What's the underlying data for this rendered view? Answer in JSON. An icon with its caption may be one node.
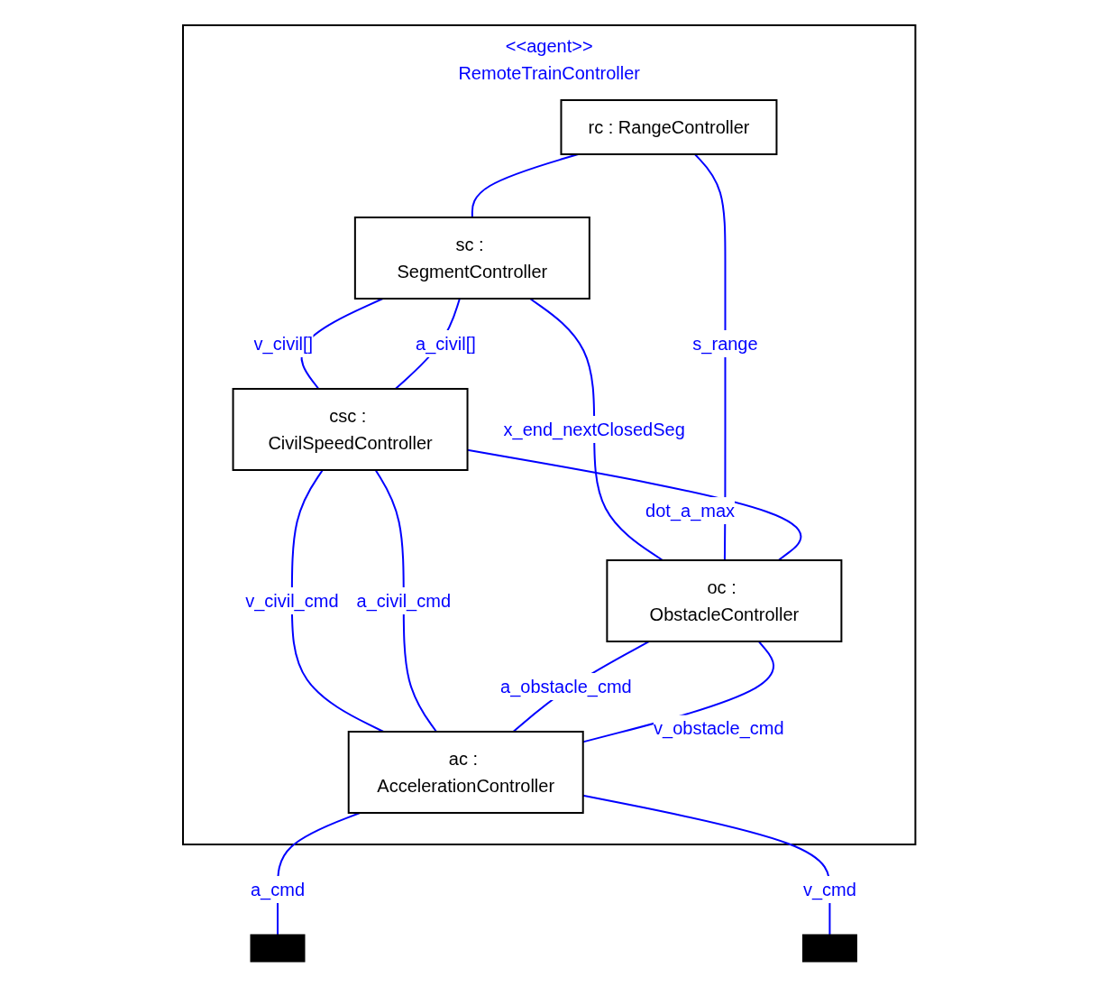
{
  "diagram": {
    "nodes": [
      {
        "text": [
          "<<agent>>",
          "RemoteTrainController"
        ]
      },
      {
        "text": [
          "sc : SegmentController"
        ],
        "in": 0
      },
      {
        "text": [
          "rc : RangeController"
        ],
        "in": 0
      },
      {
        "text": [
          "csc : CivilSpeedController"
        ],
        "in": 0
      },
      {
        "text": [
          "oc : ObstacleController"
        ],
        "in": 0
      },
      {
        "text": [
          "ac : AccelerationController"
        ],
        "in": 0
      },
      {
        "text": [],
        "shape": "box"
      },
      {
        "text": [],
        "shape": "box"
      }
    ],
    "edges": [
      {
        "from": 1,
        "to": 4,
        "arrow": "none",
        "label": "x_end_nextClosedSeg"
      },
      {
        "from": 2,
        "to": 1,
        "arrow": "none"
      },
      {
        "from": 2,
        "to": 4,
        "arrow": "none",
        "label": "s_range"
      },
      {
        "from": 1,
        "to": 3,
        "arrow": "none",
        "label": "v_civil[]"
      },
      {
        "from": 1,
        "to": 3,
        "arrow": "none",
        "label": "a_civil[]"
      },
      {
        "from": 3,
        "to": 4,
        "arrow": "none",
        "label": "dot_a_max"
      },
      {
        "from": 3,
        "to": 5,
        "arrow": "none",
        "label": "v_civil_cmd"
      },
      {
        "from": 3,
        "to": 5,
        "arrow": "none",
        "label": "a_civil_cmd"
      },
      {
        "from": 4,
        "to": 5,
        "arrow": "none",
        "label": "a_obstacle_cmd"
      },
      {
        "from": 4,
        "to": 5,
        "arrow": "none",
        "label": "v_obstacle_cmd"
      },
      {
        "from": 5,
        "to": 6,
        "arrow": "none",
        "label": "a_cmd"
      },
      {
        "from": 5,
        "to": 7,
        "arrow": "none",
        "label": "v_cmd"
      }
    ]
  }
}
